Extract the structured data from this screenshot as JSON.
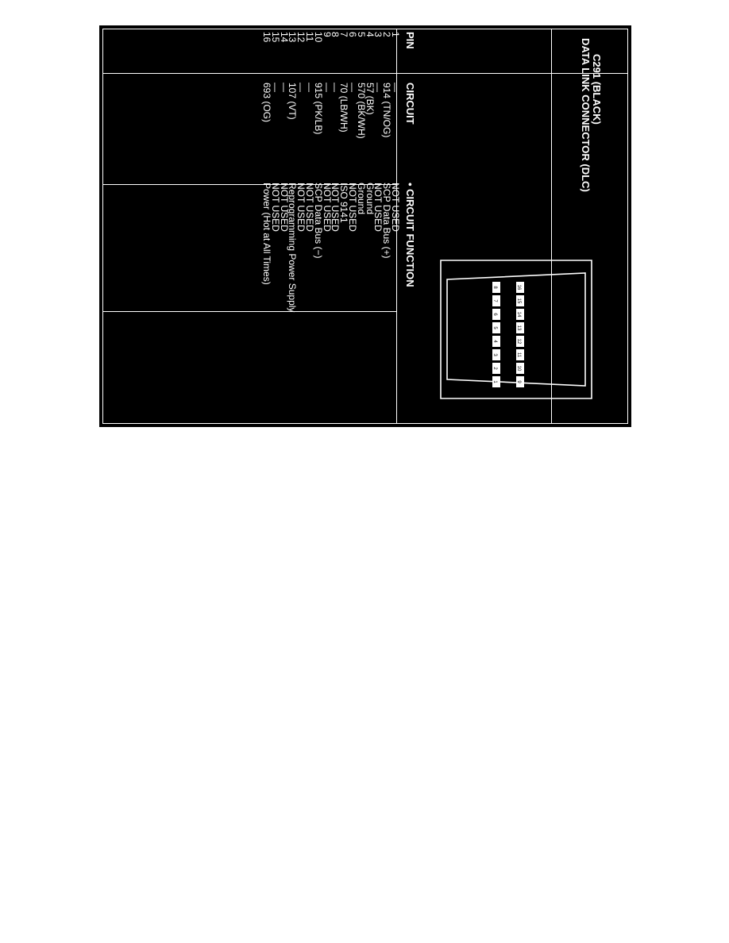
{
  "connector": {
    "title_line1": "C291 (BLACK)",
    "title_line2": "DATA LINK CONNECTOR (DLC)",
    "top_row_pins": [
      "16",
      "15",
      "14",
      "13",
      "12",
      "11",
      "10",
      "9"
    ],
    "bottom_row_pins": [
      "8",
      "7",
      "6",
      "5",
      "4",
      "3",
      "2",
      "1"
    ]
  },
  "table": {
    "headers": {
      "pin": "PIN",
      "circuit": "CIRCUIT",
      "function": "• CIRCUIT FUNCTION"
    },
    "rows": [
      {
        "pin": "1",
        "circuit": "—",
        "function": "NOT USED"
      },
      {
        "pin": "2",
        "circuit": "914 (TN/OG)",
        "function": "SCP Data Bus (+)"
      },
      {
        "pin": "3",
        "circuit": "—",
        "function": "NOT USED"
      },
      {
        "pin": "4",
        "circuit": "57 (BK)",
        "function": "Ground"
      },
      {
        "pin": "5",
        "circuit": "570 (BK/WH)",
        "function": "Ground"
      },
      {
        "pin": "6",
        "circuit": "—",
        "function": "NOT USED"
      },
      {
        "pin": "7",
        "circuit": "70 (LB/WH)",
        "function": "ISO 9141"
      },
      {
        "pin": "8",
        "circuit": "—",
        "function": "NOT USED"
      },
      {
        "pin": "9",
        "circuit": "—",
        "function": "NOT USED"
      },
      {
        "pin": "10",
        "circuit": "915 (PK/LB)",
        "function": "SCP Data Bus (−)"
      },
      {
        "pin": "11",
        "circuit": "—",
        "function": "NOT USED"
      },
      {
        "pin": "12",
        "circuit": "—",
        "function": "NOT USED"
      },
      {
        "pin": "13",
        "circuit": "107 (VT)",
        "function": "Reprogramming Power Supply"
      },
      {
        "pin": "14",
        "circuit": "—",
        "function": "NOT USED"
      },
      {
        "pin": "15",
        "circuit": "—",
        "function": "NOT USED"
      },
      {
        "pin": "16",
        "circuit": "693 (OG)",
        "function": "Power (Hot at All Times)"
      }
    ]
  }
}
